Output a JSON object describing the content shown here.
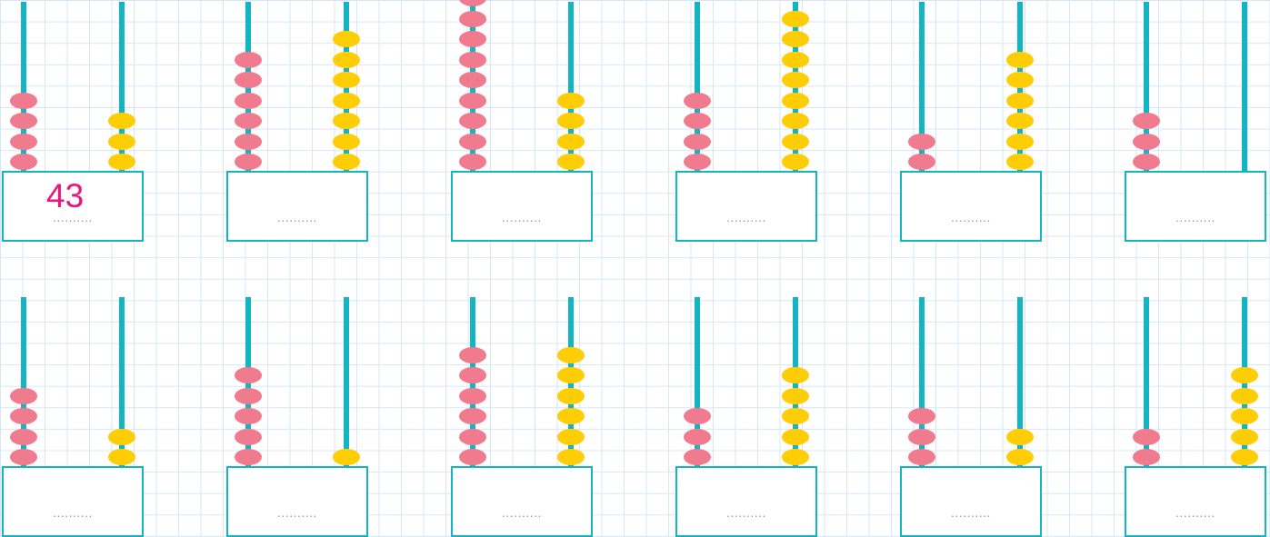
{
  "colors": {
    "rod": "#12b5c1",
    "tens_bead": "#f07a8e",
    "ones_bead": "#ffcd05",
    "answer_text": "#e8177f",
    "grid_line": "#d6e6f7"
  },
  "abacuses": [
    {
      "tens": 4,
      "ones": 3,
      "answer": "43",
      "blank": ".........."
    },
    {
      "tens": 6,
      "ones": 7,
      "answer": "",
      "blank": ".........."
    },
    {
      "tens": 9,
      "ones": 4,
      "answer": "",
      "blank": ".........."
    },
    {
      "tens": 4,
      "ones": 8,
      "answer": "",
      "blank": ".........."
    },
    {
      "tens": 2,
      "ones": 6,
      "answer": "",
      "blank": ".........."
    },
    {
      "tens": 3,
      "ones": 0,
      "answer": "",
      "blank": ".........."
    },
    {
      "tens": 4,
      "ones": 2,
      "answer": "",
      "blank": ".........."
    },
    {
      "tens": 5,
      "ones": 1,
      "answer": "",
      "blank": ".........."
    },
    {
      "tens": 6,
      "ones": 6,
      "answer": "",
      "blank": ".........."
    },
    {
      "tens": 3,
      "ones": 5,
      "answer": "",
      "blank": ".........."
    },
    {
      "tens": 3,
      "ones": 2,
      "answer": "",
      "blank": ".........."
    },
    {
      "tens": 2,
      "ones": 5,
      "answer": "",
      "blank": ".........."
    }
  ]
}
